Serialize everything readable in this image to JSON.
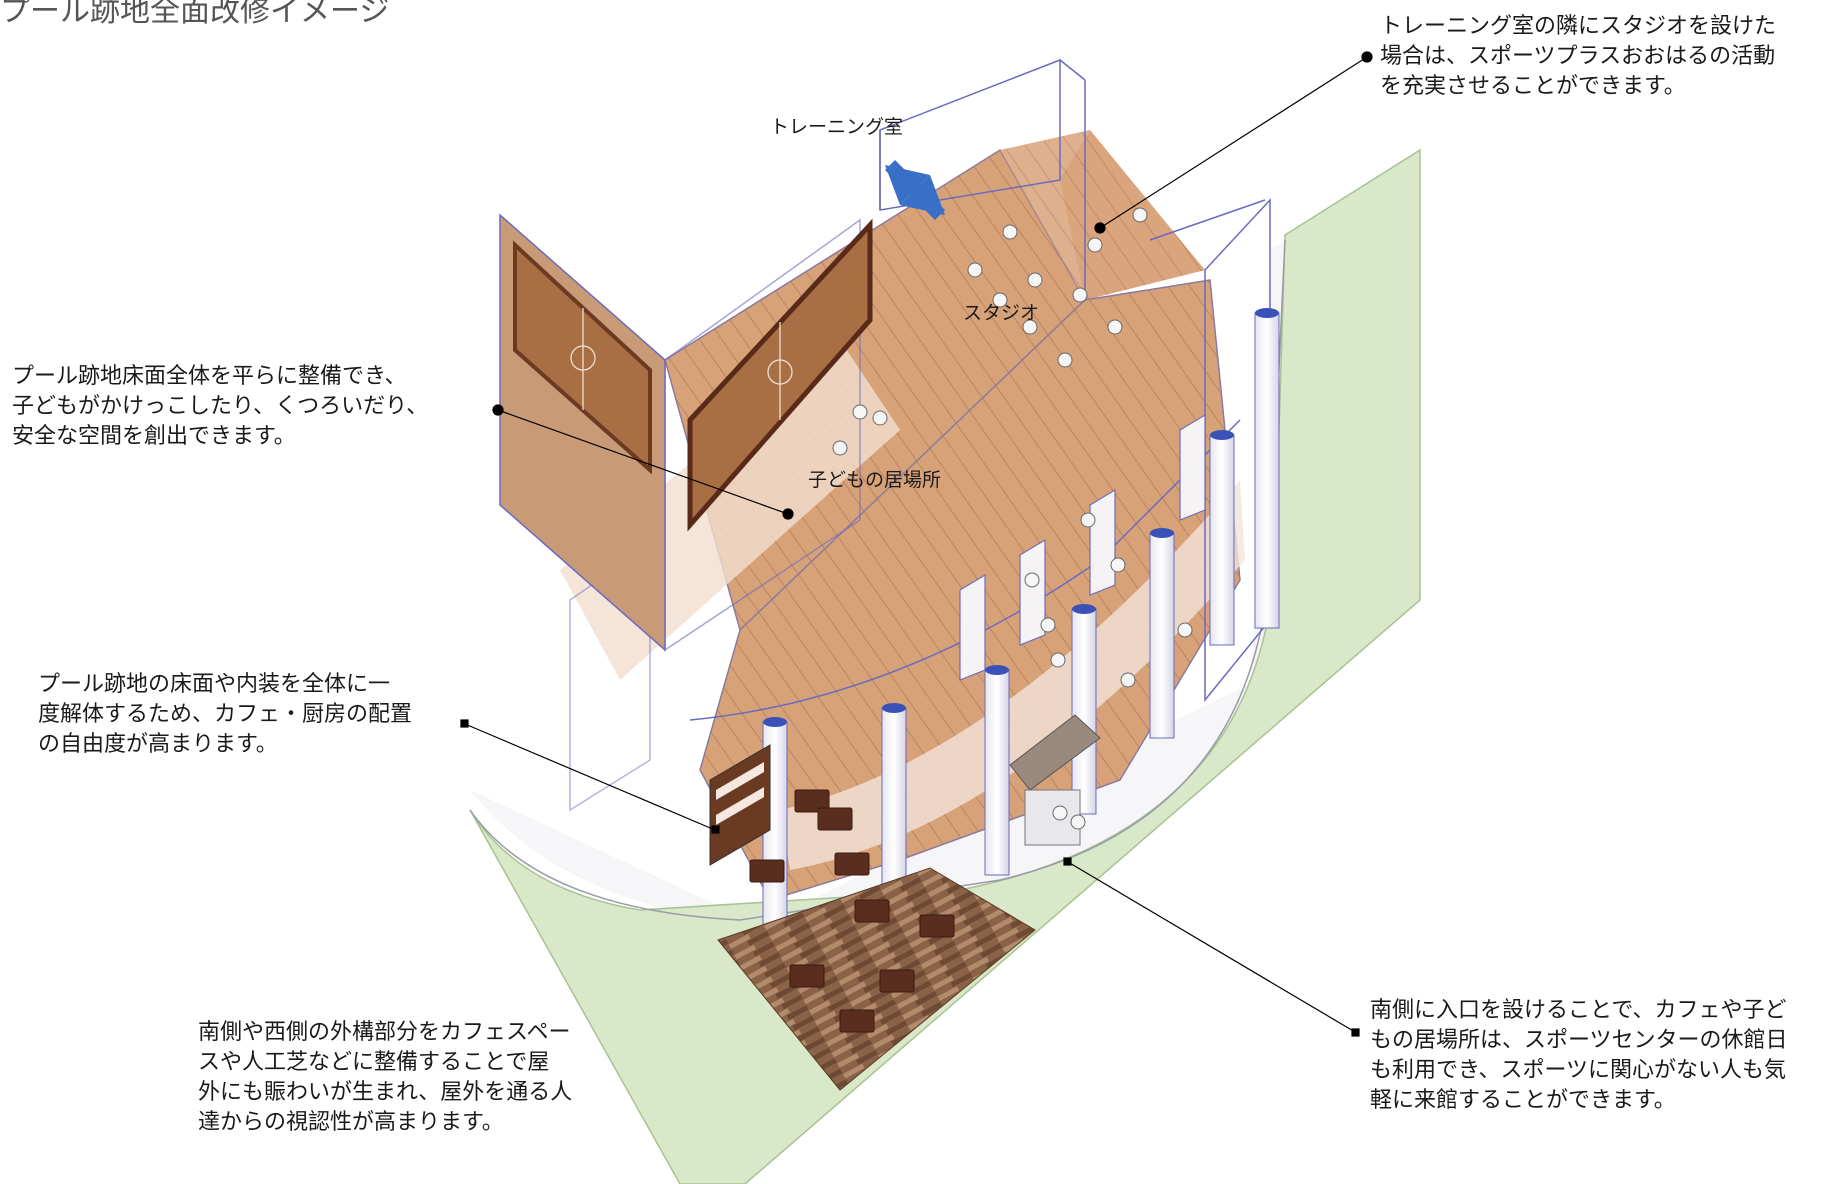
{
  "title": "プール跡地全面改修イメージ",
  "room_labels": {
    "training": "トレーニング室",
    "studio": "スタジオ",
    "kids": "子どもの居場所"
  },
  "notes": {
    "top_right": [
      "トレーニング室の隣にスタジオを設けた",
      "場合は、スポーツプラスおおはるの活動",
      "を充実させることができます。"
    ],
    "left_upper": [
      "プール跡地床面全体を平らに整備でき、",
      "子どもがかけっこしたり、くつろいだり、",
      "安全な空間を創出できます。"
    ],
    "left_middle": [
      "プール跡地の床面や内装を全体に一",
      "度解体するため、カフェ・厨房の配置",
      "の自由度が高まります。"
    ],
    "bottom_left": [
      "南側や西側の外構部分をカフェスペー",
      "スや人工芝などに整備することで屋",
      "外にも賑わいが生まれ、屋外を通る人",
      "達からの視認性が高まります。"
    ],
    "bottom_right": [
      "南側に入口を設けることで、カフェや子ど",
      "もの居場所は、スポーツセンターの休館日",
      "も利用でき、スポーツに関心がない人も気",
      "軽に来館することができます。"
    ]
  },
  "colors": {
    "floor": "#d9a57e",
    "floor_light": "#ecd0b6",
    "grass": "#d8e8c8",
    "glass_line": "#6a6ac0",
    "column_cap": "#3a52b8",
    "arrow": "#3a6fc8",
    "court": "#a0683e"
  }
}
